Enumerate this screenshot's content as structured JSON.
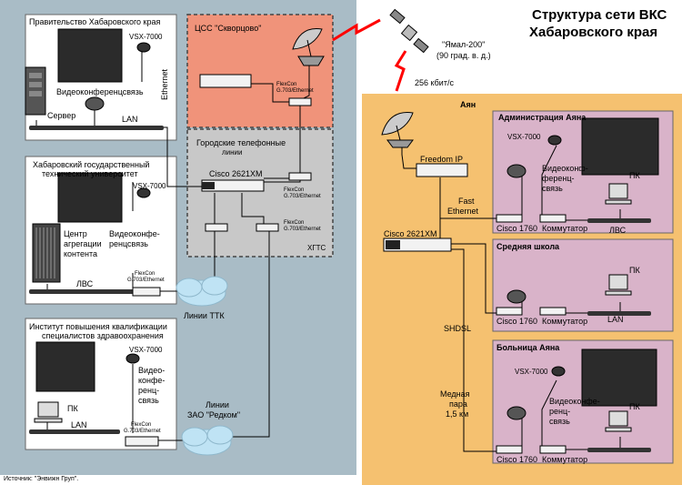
{
  "title": [
    "Структура сети ВКС",
    "Хабаровского края"
  ],
  "source": "Источник: \"Энвижн Груп\".",
  "satellite": {
    "name": "\"Ямал-200\"",
    "pos": "(90 град. в. д.)",
    "speed": "256 кбит/с"
  },
  "css": {
    "title": "ЦСС \"Скворцово\"",
    "flexcon": [
      "FlexCon",
      "G.703/Ethernet"
    ]
  },
  "xgts": {
    "label": "ХГТС",
    "city_lines": [
      "Городские телефонные",
      "линии"
    ],
    "router": "Cisco 2621XM",
    "flexcon1": [
      "FlexCon",
      "G.703/Ethernet"
    ],
    "flexcon2": [
      "FlexCon",
      "G.703/Ethernet"
    ]
  },
  "gov": {
    "title": "Правительство Хабаровского края",
    "vsx": "VSX-7000",
    "vks": "Видеоконференцсвязь",
    "server": "Сервер",
    "lan": "LAN",
    "ethernet": "Ethernet"
  },
  "uni": {
    "title": [
      "Хабаровский государственный",
      "технический университет"
    ],
    "vsx": "VSX-7000",
    "center": [
      "Центр",
      "агрегации",
      "контента"
    ],
    "vks": [
      "Видеоконфе-",
      "ренцсвязь"
    ],
    "lvs": "ЛВС",
    "flexcon": [
      "FlexCon",
      "G.703/Ethernet"
    ]
  },
  "inst": {
    "title": [
      "Институт повышения квалификации",
      "специалистов здравоохранения"
    ],
    "vsx": "VSX-7000",
    "vks": [
      "Видео-",
      "конфе-",
      "ренц-",
      "связь"
    ],
    "pc": "ПК",
    "lan": "LAN",
    "flexcon": [
      "FlexCon",
      "G.703/Ethernet"
    ]
  },
  "links": {
    "ttk": "Линии ТТК",
    "redkom": [
      "Линии",
      "ЗАО \"Редком\""
    ]
  },
  "ayan": {
    "title": "Аян",
    "freedom": "Freedom IP",
    "fast_eth": [
      "Fast",
      "Ethernet"
    ],
    "router": "Cisco 2621XM",
    "shdsl": "SHDSL",
    "copper": [
      "Медная",
      "пара",
      "1,5 км"
    ],
    "admin": {
      "title": "Администрация Аяна",
      "vsx": "VSX-7000",
      "vks": [
        "Видеоконф-",
        "ференц-",
        "связь"
      ],
      "pc": "ПК",
      "cisco": "Cisco 1760",
      "switch": "Коммутатор",
      "lvs": "ЛВС"
    },
    "school": {
      "title": "Средняя школа",
      "pc": "ПК",
      "cisco": "Cisco 1760",
      "switch": "Коммутатор",
      "lan": "LAN"
    },
    "hospital": {
      "title": "Больница Аяна",
      "vsx": "VSX-7000",
      "vks": [
        "Видеоконфе-",
        "ренц-",
        "связь"
      ],
      "pc": "ПК",
      "cisco": "Cisco 1760",
      "switch": "Коммутатор"
    }
  }
}
